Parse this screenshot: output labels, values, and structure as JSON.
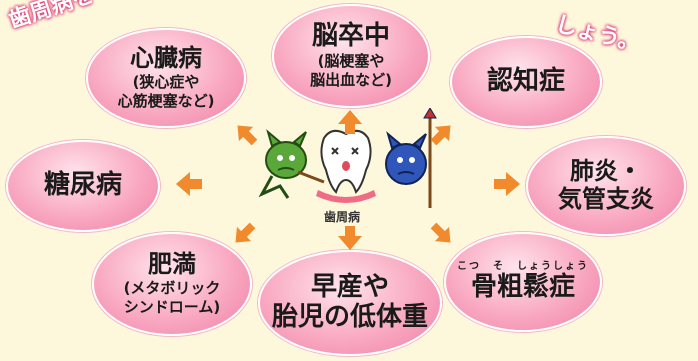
{
  "header": {
    "curve_left": "歯周病を",
    "curve_right": "しょう。"
  },
  "center": {
    "label": "歯周病"
  },
  "diseases": {
    "stroke": {
      "main": "脳卒中",
      "sub1": "(脳梗塞や",
      "sub2": "脳出血など)"
    },
    "heart": {
      "main": "心臓病",
      "sub1": "(狭心症や",
      "sub2": "心筋梗塞など)"
    },
    "dementia": {
      "main": "認知症"
    },
    "diabetes": {
      "main": "糖尿病"
    },
    "pneumonia": {
      "main1": "肺炎・",
      "main2": "気管支炎"
    },
    "obesity": {
      "main": "肥満",
      "sub1": "(メタボリック",
      "sub2": "シンドローム)"
    },
    "premature": {
      "main1": "早産や",
      "main2": "胎児の低体重"
    },
    "osteo": {
      "ruby": "こつ　そ　しょうしょう",
      "main": "骨粗鬆症"
    }
  },
  "colors": {
    "bubble": "#f59ab8",
    "arrow": "#f08a2c",
    "title_stroke": "#e0457b"
  }
}
